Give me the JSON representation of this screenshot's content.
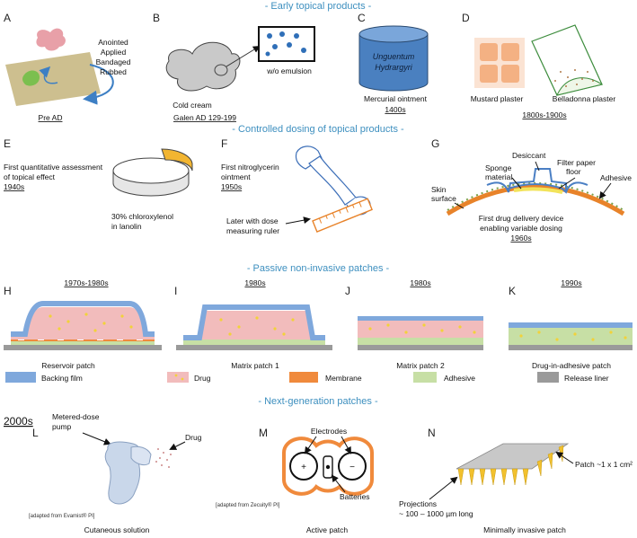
{
  "sections": {
    "s1": "- Early topical products -",
    "s2": "- Controlled dosing of topical products -",
    "s3": "- Passive non-invasive patches -",
    "s4": "- Next-generation patches -"
  },
  "panels": {
    "A": {
      "letter": "A",
      "verbs": [
        "Anointed",
        "Applied",
        "Bandaged",
        "Rubbed"
      ],
      "date": "Pre AD"
    },
    "B": {
      "letter": "B",
      "label": "Cold cream",
      "inset": "w/o emulsion",
      "date": "Galen AD 129-199"
    },
    "C": {
      "letter": "C",
      "jar1": "Unguentum",
      "jar2": "Hydrargyri",
      "label": "Mercurial ointment",
      "date": "1400s"
    },
    "D": {
      "letter": "D",
      "label1": "Mustard plaster",
      "label2": "Belladonna plaster",
      "date": "1800s-1900s"
    },
    "E": {
      "letter": "E",
      "l1": "First quantitative assessment",
      "l2": "of topical effect",
      "date": "1940s",
      "c1": "30% chloroxylenol",
      "c2": "in lanolin"
    },
    "F": {
      "letter": "F",
      "l1": "First nitroglycerin",
      "l2": "ointment",
      "date": "1950s",
      "r1": "Later with dose",
      "r2": "measuring ruler"
    },
    "G": {
      "letter": "G",
      "desiccant": "Desiccant",
      "filter1": "Filter paper",
      "filter2": "floor",
      "sponge1": "Sponge",
      "sponge2": "material",
      "adhesive": "Adhesive",
      "skin1": "Skin",
      "skin2": "surface",
      "d1": "First drug delivery device",
      "d2": "enabling variable dosing",
      "date": "1960s"
    },
    "H": {
      "letter": "H",
      "date": "1970s-1980s",
      "label": "Reservoir patch"
    },
    "I": {
      "letter": "I",
      "date": "1980s",
      "label": "Matrix patch 1"
    },
    "J": {
      "letter": "J",
      "date": "1980s",
      "label": "Matrix patch 2"
    },
    "K": {
      "letter": "K",
      "date": "1990s",
      "label": "Drug-in-adhesive patch"
    },
    "L": {
      "letter": "L",
      "era": "2000s",
      "pump1": "Metered-dose",
      "pump2": "pump",
      "drug": "Drug",
      "credit": "[adapted from Evamist® PI]",
      "label": "Cutaneous solution"
    },
    "M": {
      "letter": "M",
      "electrodes": "Electrodes",
      "batteries": "Batteries",
      "credit": "[adapted from Zecuity® PI]",
      "label": "Active patch"
    },
    "N": {
      "letter": "N",
      "patch": "Patch ~1 x 1 cm²",
      "proj1": "Projections",
      "proj2": "~ 100 – 1000 µm long",
      "label": "Minimally invasive patch"
    }
  },
  "legend": [
    {
      "label": "Backing film",
      "color": "#7fa8dc"
    },
    {
      "label": "Drug",
      "color": "#f2bcbc"
    },
    {
      "label": "Membrane",
      "color": "#f08a3c"
    },
    {
      "label": "Adhesive",
      "color": "#c7dfa5"
    },
    {
      "label": "Release liner",
      "color": "#9a9a9a"
    }
  ]
}
